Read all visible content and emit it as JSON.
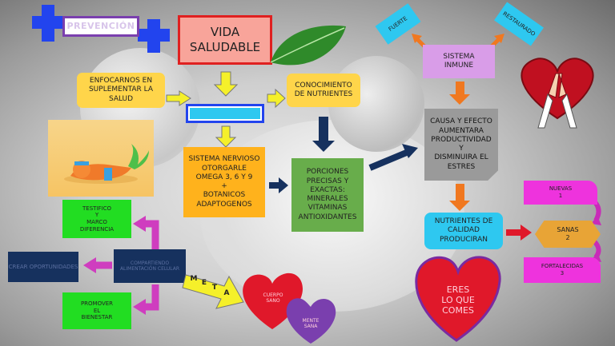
{
  "title": {
    "line1": "VIDA",
    "line2": "SALUDABLE"
  },
  "prevencion": "PREVENCIÓN",
  "center_link": "",
  "nodes": {
    "enfocarnos": "ENFOCARNOS EN SUPLEMENTAR LA SALUD",
    "conocimiento": "CONOCIMIENTO DE NUTRIENTES",
    "sistema_nervioso": {
      "l1": "SISTEMA NERVIOSO",
      "l2": "OTORGARLE",
      "l3": "OMEGA 3, 6 Y 9",
      "l4": "+",
      "l5": "BOTANICOS",
      "l6": "ADAPTOGENOS"
    },
    "porciones": {
      "l1": "PORCIONES",
      "l2": "PRECISAS Y",
      "l3": "EXACTAS:",
      "l4": "MINERALES",
      "l5": "VITAMINAS",
      "l6": "ANTIOXIDANTES"
    },
    "sistema_inmune": {
      "l1": "SISTEMA",
      "l2": "INMUNE"
    },
    "causa": {
      "l1": "CAUSA Y EFECTO",
      "l2": "AUMENTARA",
      "l3": "PRODUCTIVIDAD",
      "l4": "Y",
      "l5": "DISMINUIRA EL",
      "l6": "ESTRES"
    },
    "nutrientes_calidad": {
      "l1": "NUTRIENTES DE",
      "l2": "CALIDAD",
      "l3": "PRODUCIRAN"
    },
    "testifico": {
      "l1": "TESTIFICO",
      "l2": "Y",
      "l3": "MARCO",
      "l4": "DIFERENCIA"
    },
    "crear": "CREAR OPORTUNIDADES",
    "compartir": "COMPARTIENDO ALIMENTACIÓN CELULAR",
    "promover": {
      "l1": "PROMOVER",
      "l2": "EL",
      "l3": "BIENESTAR"
    },
    "fuerte": "FUERTE",
    "restaurado": "RESTAURADO",
    "nuevas": {
      "l1": "NUEVAS",
      "l2": "1"
    },
    "sanas": {
      "l1": "SANAS",
      "l2": "2"
    },
    "fortalecidas": {
      "l1": "FORTALECIDAS",
      "l2": "3"
    },
    "meta_letters": [
      "M",
      "E",
      "T",
      "A"
    ],
    "cuerpo_sano": {
      "l1": "CUERPO",
      "l2": "SANO"
    },
    "mente_sana": {
      "l1": "MENTE",
      "l2": "SANA"
    },
    "eres": {
      "l1": "ERES",
      "l2": "LO QUE",
      "l3": "COMES"
    }
  },
  "colors": {
    "yellow": "#ffd54a",
    "orange": "#ffb21c",
    "salmon": "#f8a49a",
    "purple_light": "#d99de8",
    "green": "#68ad4b",
    "gray_box": "#9a9a9a",
    "cyan": "#2ec8f0",
    "bright_green": "#22dd22",
    "navy": "#16315e",
    "magenta": "#ee33dd",
    "gold": "#e8a436",
    "red": "#e0182a",
    "violet": "#7a3fae",
    "blue_cross": "#2244ee",
    "orange_arrow": "#f07820"
  }
}
